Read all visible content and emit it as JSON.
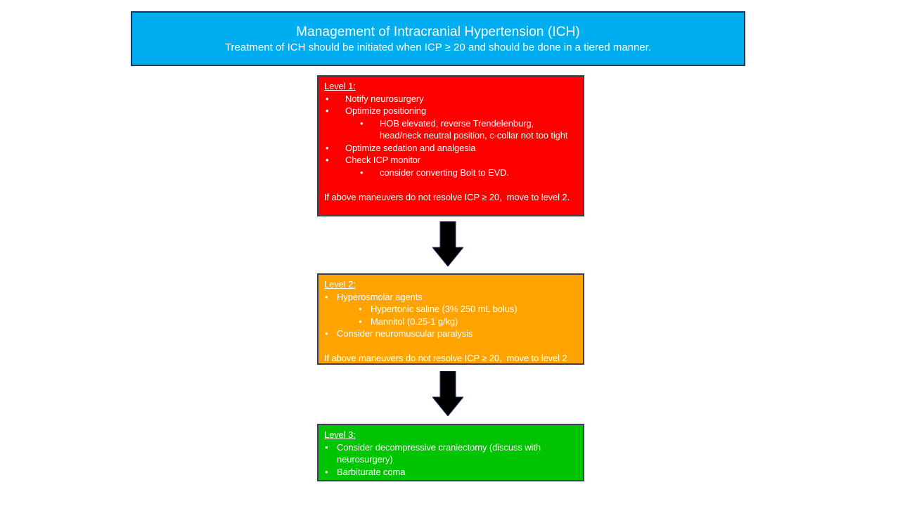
{
  "header": {
    "title": "Management of Intracranial Hypertension (ICH)",
    "subtitle": "Treatment of ICH should be initiated when ICP ≥ 20 and should be done in a tiered manner.",
    "bg_color": "#00AEEF"
  },
  "arrow": {
    "fill_color": "#000000",
    "outline_color": "#1F3864"
  },
  "levels": [
    {
      "label": "Level 1:",
      "bg_color": "#FF0000",
      "items": [
        {
          "indent": 1,
          "text": "Notify neurosurgery"
        },
        {
          "indent": 1,
          "text": "Optimize positioning"
        },
        {
          "indent": 2,
          "text": "HOB elevated, reverse Trendelenburg, head/neck neutral position, c-collar not too tight"
        },
        {
          "indent": 1,
          "text": "Optimize sedation and analgesia"
        },
        {
          "indent": 1,
          "text": "Check ICP monitor"
        },
        {
          "indent": 2,
          "text": "consider converting Bolt to EVD."
        }
      ],
      "footer": "If above maneuvers do not resolve ICP ≥ 20,  move to level 2."
    },
    {
      "label": "Level 2:",
      "bg_color": "#FFA300",
      "items": [
        {
          "indent": 1,
          "text": "Hyperosmolar agents"
        },
        {
          "indent": 2,
          "text": "Hypertonic saline (3% 250 mL bolus)"
        },
        {
          "indent": 2,
          "text": "Mannitol (0.25-1 g/kg)"
        },
        {
          "indent": 1,
          "text": "Consider neuromuscular paralysis"
        }
      ],
      "footer": "If above maneuvers do not resolve ICP ≥ 20,  move to level 2"
    },
    {
      "label": "Level 3:",
      "bg_color": "#00C400",
      "items": [
        {
          "indent": 1,
          "text": "Consider decompressive craniectomy (discuss with neurosurgery)"
        },
        {
          "indent": 1,
          "text": "Barbiturate coma"
        }
      ],
      "footer": ""
    }
  ]
}
